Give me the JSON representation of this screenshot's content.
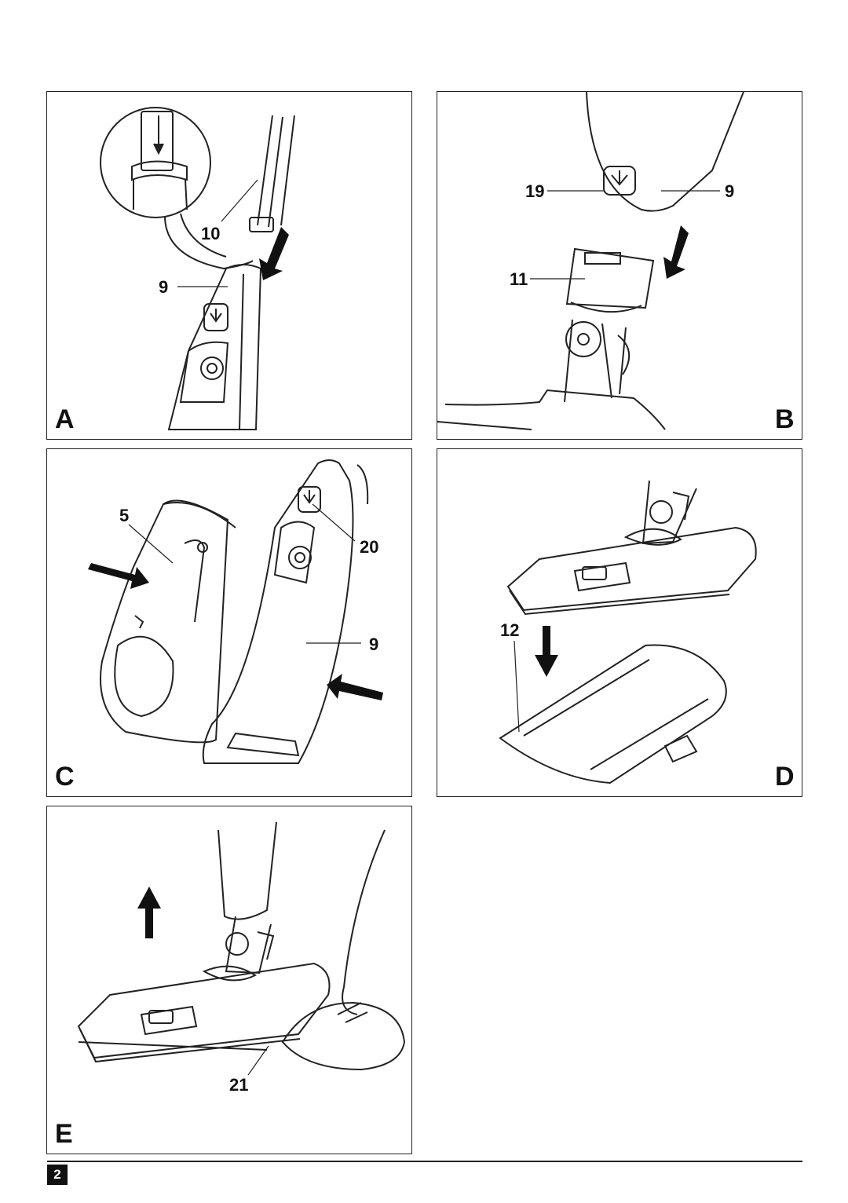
{
  "panels": {
    "a": {
      "letter": "A",
      "callouts": {
        "c10": "10",
        "c9": "9"
      }
    },
    "b": {
      "letter": "B",
      "callouts": {
        "c19": "19",
        "c9": "9",
        "c11": "11"
      }
    },
    "c": {
      "letter": "C",
      "callouts": {
        "c5": "5",
        "c20": "20",
        "c9": "9"
      }
    },
    "d": {
      "letter": "D",
      "callouts": {
        "c12": "12"
      }
    },
    "e": {
      "letter": "E",
      "callouts": {
        "c21": "21"
      }
    }
  },
  "footer": {
    "page_number": "2"
  }
}
